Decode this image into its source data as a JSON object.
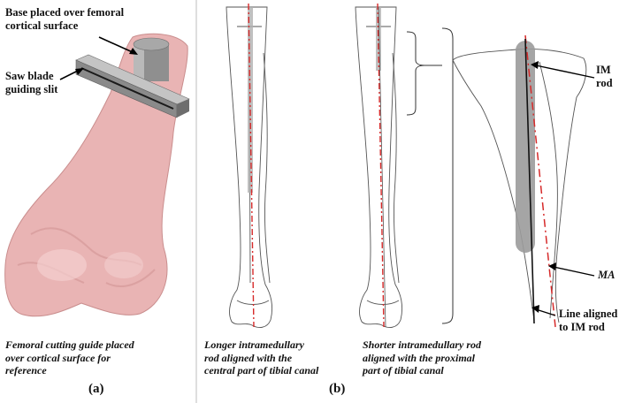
{
  "panel_a": {
    "label_base_line1": "Base placed over femoral",
    "label_base_line2": "cortical surface",
    "label_saw_line1": "Saw blade",
    "label_saw_line2": "guiding slit",
    "caption_line1": "Femoral cutting guide placed",
    "caption_line2": "over cortical surface for",
    "caption_line3": "reference",
    "panel_label": "(a)",
    "bone_color": "#e9b4b4",
    "guide_color": "#9a9a9a"
  },
  "panel_b": {
    "caption_long_line1": "Longer intramedullary",
    "caption_long_line2": "rod aligned with the",
    "caption_long_line3": "central part of tibial canal",
    "caption_short_line1": "Shorter intramedullary rod",
    "caption_short_line2": "aligned with the proximal",
    "caption_short_line3": "part of tibial canal",
    "label_im_rod_line1": "IM",
    "label_im_rod_line2": "rod",
    "label_ma": "MA",
    "label_line_aligned_line1": "Line aligned",
    "label_line_aligned_line2": "to IM rod",
    "panel_label": "(b)",
    "axis_color": "#d62a2a",
    "rod_color": "#9b9b9b"
  }
}
